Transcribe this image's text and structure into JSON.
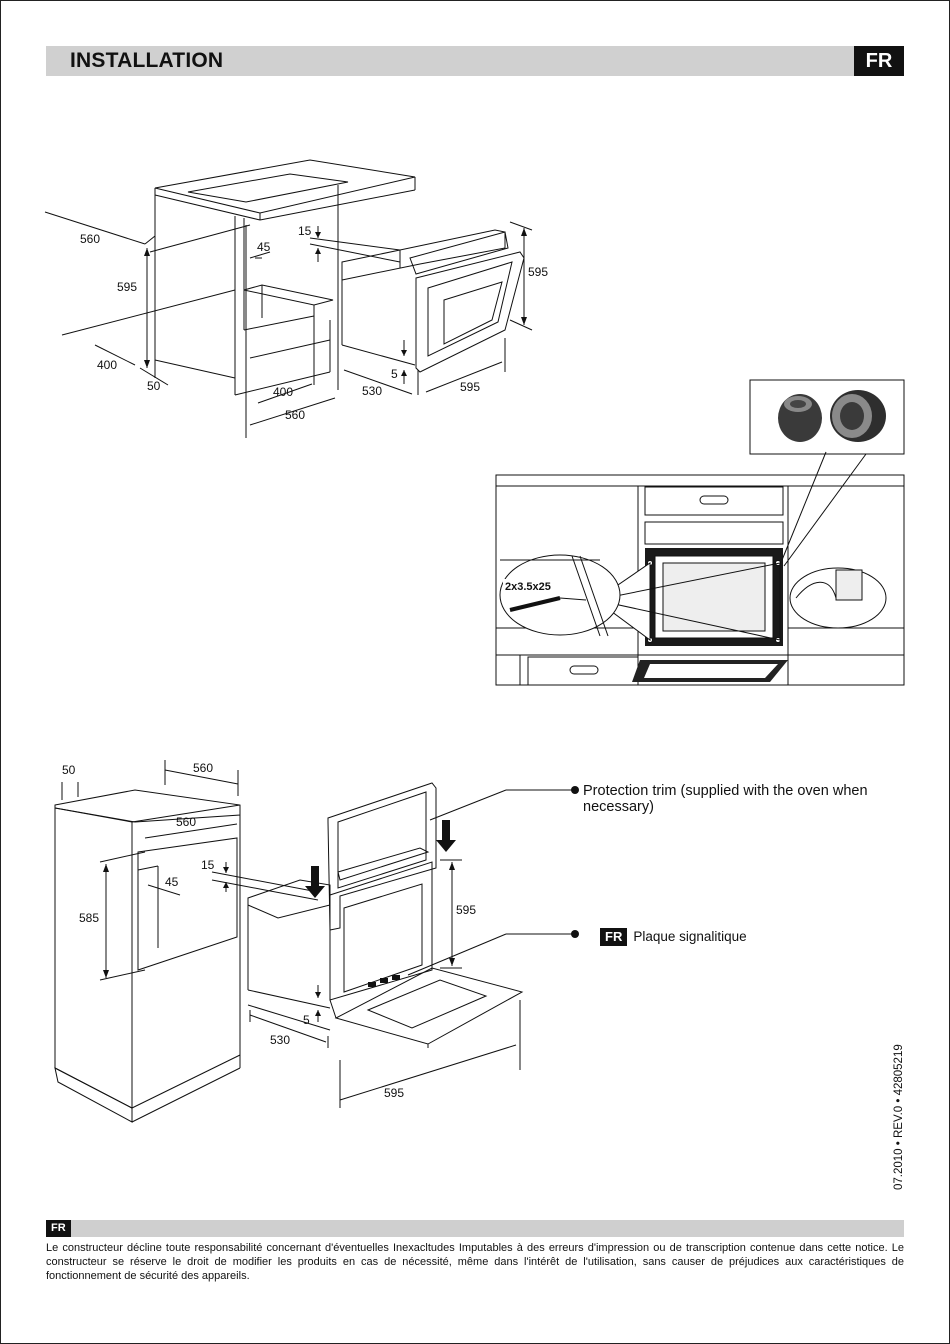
{
  "header": {
    "title": "INSTALLATION",
    "lang": "FR"
  },
  "diagram_top": {
    "dims": {
      "d560a": "560",
      "d595a": "595",
      "d400a": "400",
      "d50a": "50",
      "d400b": "400",
      "d560b": "560",
      "d45": "45",
      "d15": "15",
      "d595b": "595",
      "d5": "5",
      "d530": "530",
      "d595c": "595"
    }
  },
  "fixing": {
    "screw_label": "2x3.5x25"
  },
  "diagram_bottom": {
    "dims": {
      "d50": "50",
      "d560a": "560",
      "d560b": "560",
      "d15": "15",
      "d45": "45",
      "d585": "585",
      "d595a": "595",
      "d5": "5",
      "d530": "530",
      "d595b": "595"
    },
    "callout_trim": "Protection trim (supplied with the oven when necessary)",
    "callout_plate_badge": "FR",
    "callout_plate": "Plaque signalitique"
  },
  "doc_ref": "07.2010 • REV.0 • 42805219",
  "footer": {
    "badge": "FR",
    "disclaimer": "Le constructeur décline toute responsabilité concernant d'éventuelles Inexacltudes Imputables à des erreurs d'impression ou de transcription contenue dans cette notice. Le constructeur se réserve le droit de modifier les produits en cas de nécessité, même dans l'intérêt de l'utilisation, sans causer de préjudices aux caractéristiques de fonctionnement de sécurité des appareils."
  }
}
